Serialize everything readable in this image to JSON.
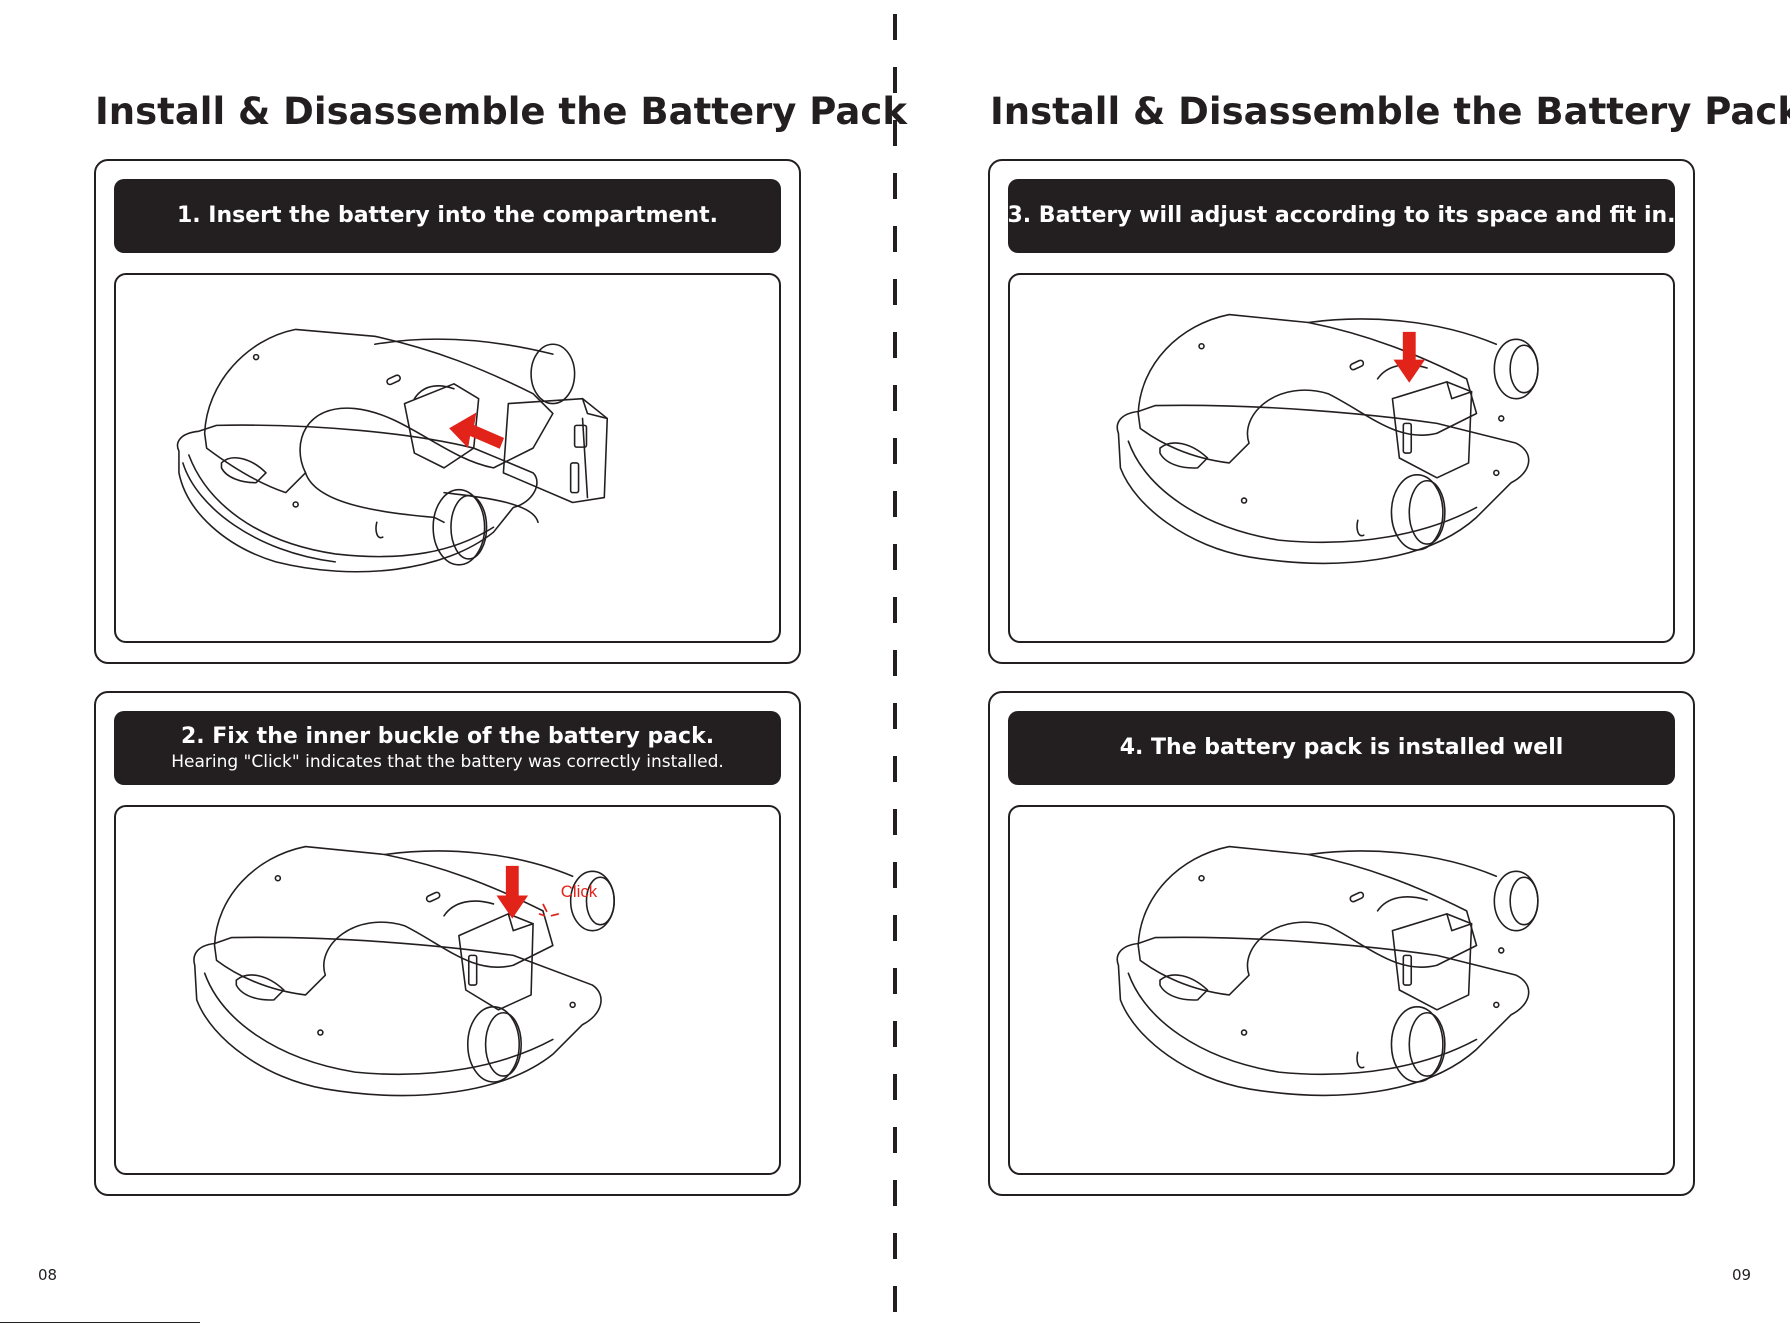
{
  "pages": [
    {
      "title": "Install & Disassemble the Battery Pack",
      "page_number": "08",
      "steps": [
        {
          "title": "1. Insert the battery into the compartment.",
          "subtitle": ""
        },
        {
          "title": "2. Fix the inner buckle of the battery pack.",
          "subtitle": "Hearing \"Click\" indicates that the battery was correctly installed.",
          "annotation": "Click"
        }
      ]
    },
    {
      "title": "Install & Disassemble the Battery Pack",
      "page_number": "09",
      "steps": [
        {
          "title": "3. Battery will adjust according to its space and fit in.",
          "subtitle": ""
        },
        {
          "title": "4. The battery pack is installed well",
          "subtitle": ""
        }
      ]
    }
  ],
  "colors": {
    "ink": "#231f20",
    "arrow": "#e2231a",
    "paper": "#ffffff"
  },
  "icons": [
    "arrow-left-icon",
    "arrow-down-icon"
  ]
}
